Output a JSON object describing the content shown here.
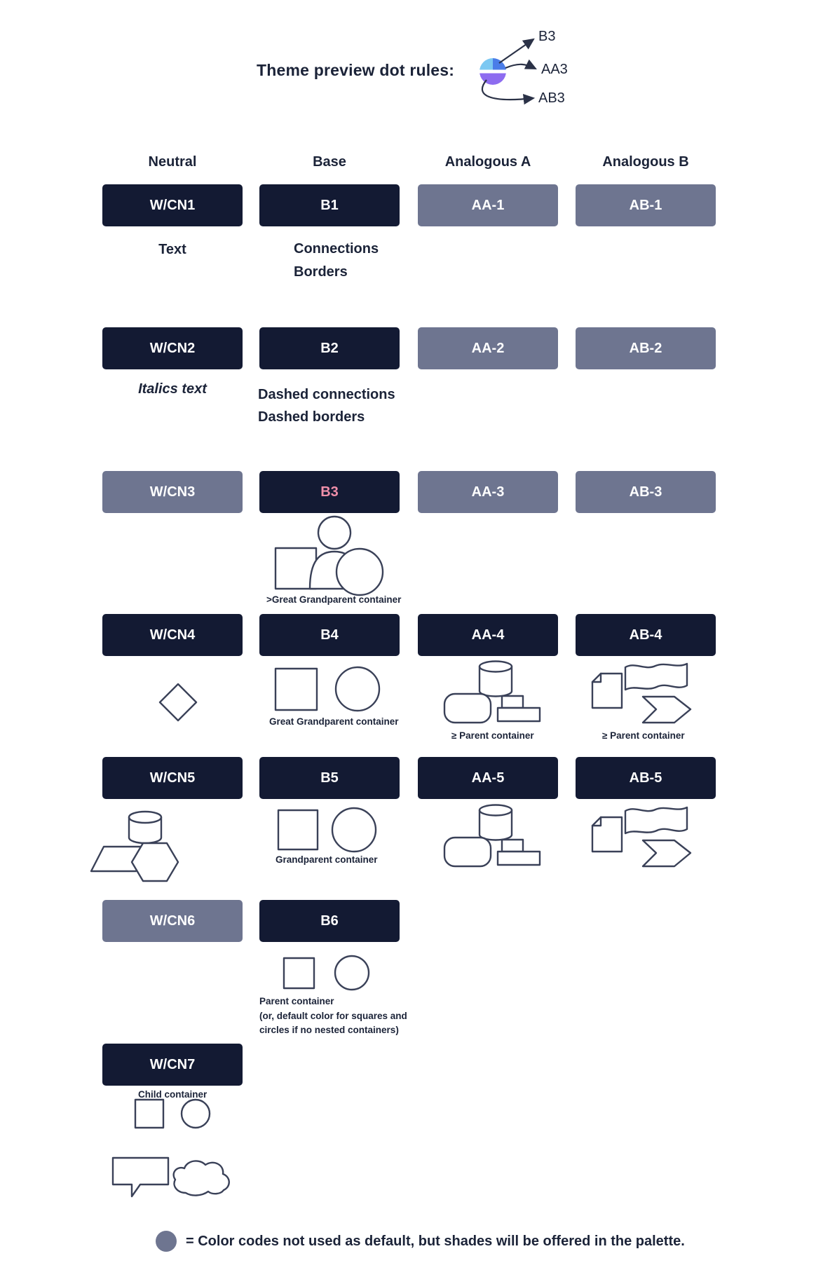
{
  "header": {
    "title": "Theme preview dot rules:",
    "dot_labels": {
      "b3": "B3",
      "aa3": "AA3",
      "ab3": "AB3"
    }
  },
  "columns": {
    "neutral": "Neutral",
    "base": "Base",
    "analogous_a": "Analogous A",
    "analogous_b": "Analogous B"
  },
  "swatches": {
    "wcn1": "W/CN1",
    "wcn2": "W/CN2",
    "wcn3": "W/CN3",
    "wcn4": "W/CN4",
    "wcn5": "W/CN5",
    "wcn6": "W/CN6",
    "wcn7": "W/CN7",
    "b1": "B1",
    "b2": "B2",
    "b3": "B3",
    "b4": "B4",
    "b5": "B5",
    "b6": "B6",
    "aa1": "AA-1",
    "aa2": "AA-2",
    "aa3": "AA-3",
    "aa4": "AA-4",
    "aa5": "AA-5",
    "ab1": "AB-1",
    "ab2": "AB-2",
    "ab3": "AB-3",
    "ab4": "AB-4",
    "ab5": "AB-5"
  },
  "annotations": {
    "text": "Text",
    "connections": "Connections",
    "borders": "Borders",
    "italics_text": "Italics text",
    "dashed_connections": "Dashed connections",
    "dashed_borders": "Dashed borders",
    "gt_great_grandparent": ">Great Grandparent container",
    "great_grandparent": "Great Grandparent container",
    "ge_parent_aa": "≥ Parent container",
    "ge_parent_ab": "≥ Parent container",
    "grandparent": "Grandparent container",
    "parent": "Parent container",
    "parent_note_line1": "(or, default color for squares and",
    "parent_note_line2": "circles if no nested containers)",
    "child": "Child container"
  },
  "legend": {
    "label": "= Color codes not used as default, but shades will be offered in the palette."
  },
  "colors": {
    "swatch_dark": "#131a33",
    "swatch_slate": "#6e7590",
    "b3_label_pink": "#ef8fa9",
    "dot_blue": "#4a7de8",
    "dot_light_blue": "#7cc8f2",
    "dot_purple": "#8d6cf0",
    "text_dark": "#1b2338",
    "shape_outline": "#3a4158"
  }
}
